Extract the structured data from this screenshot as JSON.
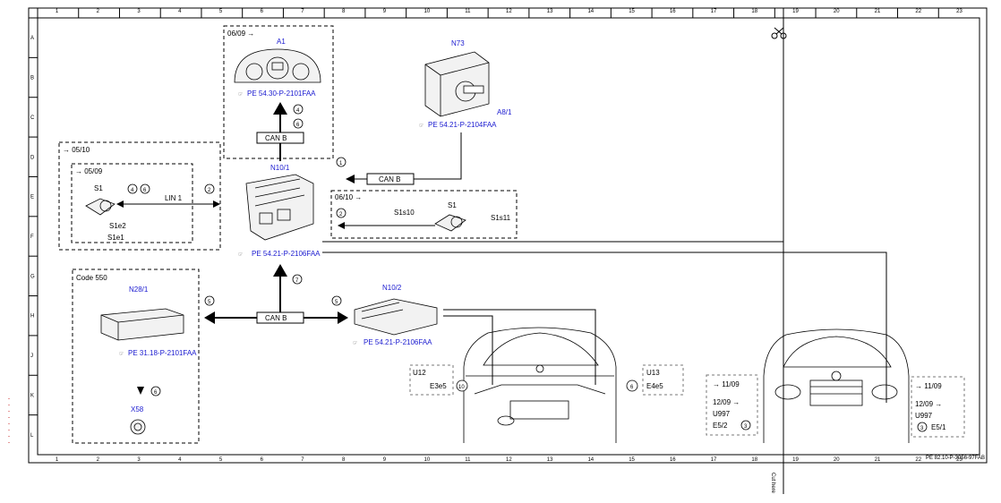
{
  "grid": {
    "columns": [
      "1",
      "2",
      "3",
      "4",
      "5",
      "6",
      "7",
      "8",
      "9",
      "10",
      "11",
      "12",
      "13",
      "14",
      "15",
      "16",
      "17",
      "18",
      "19",
      "20",
      "21",
      "22",
      "23"
    ],
    "rows": [
      "A",
      "B",
      "C",
      "D",
      "E",
      "F",
      "G",
      "H",
      "J",
      "K",
      "L"
    ]
  },
  "components": {
    "a1": {
      "date": "06/09 →",
      "label": "A1",
      "ref": "PE 54.30-P-2101FAA",
      "circles": [
        "4",
        "6"
      ]
    },
    "n73": {
      "label": "N73",
      "sub": "A8/1",
      "ref": "PE 54.21-P-2104FAA"
    },
    "n10_1": {
      "label": "N10/1",
      "ref": "PE 54.21-P-2106FAA"
    },
    "n10_2": {
      "label": "N10/2",
      "ref": "PE 54.21-P-2106FAA"
    },
    "n28_1": {
      "code": "Code 550",
      "label": "N28/1",
      "ref": "PE 31.18-P-2101FAA"
    },
    "x58": {
      "label": "X58",
      "circle": "6"
    },
    "s1_left": {
      "outer_date": "→ 05/10",
      "inner_date": "→ 05/09",
      "label": "S1",
      "circles": [
        "4",
        "6"
      ],
      "lin": "LIN 1",
      "lin_circle": "2",
      "s1e2": "S1e2",
      "s1e1": "S1e1"
    },
    "s1_right": {
      "date": "06/10 →",
      "label": "S1",
      "s1s10": "S1s10",
      "s1s11": "S1s11",
      "circle": "2"
    }
  },
  "bus": {
    "can_top": "CAN B",
    "can_mid": "CAN B",
    "can_bottom": "CAN B",
    "c1": "1",
    "c7": "7",
    "c5l": "5",
    "c5r": "5"
  },
  "rear_car": {
    "u12": "U12",
    "e3e5": "E3e5",
    "c10": "10",
    "u13": "U13",
    "e4e5": "E4e5",
    "c6": "6"
  },
  "front_car": {
    "left": {
      "date": "→ 11/09",
      "date2": "12/09 →",
      "code": "U997",
      "name": "E5/2",
      "circle": "3"
    },
    "right": {
      "date": "→ 11/09",
      "date2": "12/09 →",
      "code": "U997",
      "name": "E5/1",
      "circle": "3"
    }
  },
  "footer": {
    "doc_id": "PE 82.10-P-3056-97FAB",
    "cut": "Cut here"
  }
}
